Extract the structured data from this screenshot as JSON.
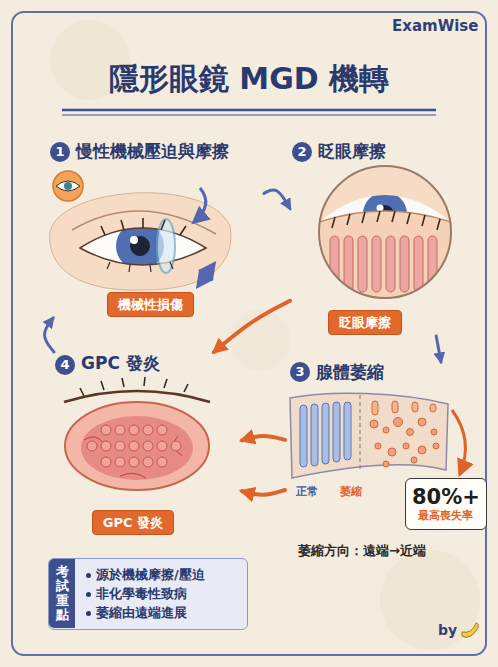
{
  "diagram": {
    "title": "隱形眼鏡 MGD 機轉",
    "nodes": [
      {
        "text": [
          "慢性機械壓迫與摩擦"
        ]
      },
      {
        "text": [
          "1"
        ],
        "in": 0
      },
      {
        "text": [
          "機械性損傷"
        ],
        "in": 0
      },
      {
        "text": [
          "眨眼摩擦"
        ]
      },
      {
        "text": [
          "2"
        ],
        "in": 3
      },
      {
        "text": [
          "眨眼摩擦"
        ],
        "in": 3
      },
      {
        "text": [
          "腺體萎縮"
        ]
      },
      {
        "text": [
          "3"
        ],
        "in": 6
      },
      {
        "text": [
          "80%+",
          "最高喪失率"
        ],
        "in": 6
      },
      {
        "text": [
          "GPC 發炎"
        ]
      },
      {
        "text": [
          "4"
        ],
        "in": 9
      },
      {
        "text": [
          "GPC 發炎"
        ],
        "in": 9
      },
      {
        "text": [
          "源於機械摩擦/壓迫",
          "非化學毒性致病",
          "萎縮由遠端進展"
        ]
      },
      {
        "text": [
          "考試重點"
        ],
        "in": 12
      }
    ],
    "edges": [
      {
        "from": 0,
        "to": 3,
        "arrow": "to"
      },
      {
        "from": 3,
        "to": 6,
        "arrow": "to"
      },
      {
        "from": 3,
        "to": 9,
        "arrow": "to"
      },
      {
        "from": 6,
        "to": 9,
        "arrow": "to"
      },
      {
        "from": 6,
        "to": 9,
        "arrow": "to"
      },
      {
        "from": 9,
        "to": 0,
        "arrow": "to"
      }
    ],
    "labels": [
      "ExamWise",
      "正常",
      "萎縮",
      "萎縮方向：遠端→近端",
      "by"
    ]
  }
}
